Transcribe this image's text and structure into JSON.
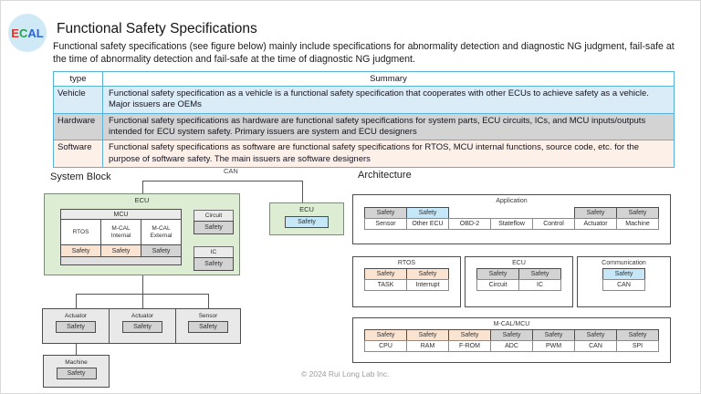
{
  "logo": {
    "e": "E",
    "c": "C",
    "a": "A",
    "l": "L"
  },
  "header": {
    "title": "Functional Safety Specifications",
    "description": "Functional safety specifications (see figure below) mainly include specifications for abnormality detection and diagnostic NG judgment, fail-safe at the time of abnormality detection and fail-safe at the time of diagnostic NG judgment."
  },
  "spec_table": {
    "col_type": "type",
    "col_summary": "Summary",
    "rows": [
      {
        "type": "Vehicle",
        "summary": "Functional safety specification as a vehicle is a functional safety specification that cooperates with other ECUs to achieve safety as a vehicle. Major issuers are OEMs"
      },
      {
        "type": "Hardware",
        "summary": "Functional safety specifications as hardware are functional safety specifications for system parts, ECU circuits, ICs, and MCU inputs/outputs intended for ECU system safety. Primary issuers are system and ECU designers"
      },
      {
        "type": "Software",
        "summary": "Functional safety specifications as software are functional safety specifications for RTOS, MCU internal functions, source code, etc. for the purpose of software safety. The main issuers are software designers"
      }
    ]
  },
  "labels": {
    "safety": "Safety"
  },
  "system_block": {
    "title": "System Block",
    "can": "CAN",
    "ecu": "ECU",
    "mcu": "MCU",
    "rtos": "RTOS",
    "mcal_internal": "M-CAL Internal",
    "mcal_external": "M-CAL External",
    "circuit": "Circuit",
    "ic": "IC",
    "actuator1": "Actuator",
    "actuator2": "Actuator",
    "sensor": "Sensor",
    "machine": "Machine",
    "remote_ecu": "ECU"
  },
  "architecture": {
    "title": "Architecture",
    "application": {
      "label": "Application",
      "columns": [
        {
          "label": "Sensor",
          "safety": "gray"
        },
        {
          "label": "Other ECU",
          "safety": "blue"
        },
        {
          "label": "OBD-2",
          "safety": "none"
        },
        {
          "label": "Stateflow",
          "safety": "none"
        },
        {
          "label": "Control",
          "safety": "none"
        },
        {
          "label": "Actuator",
          "safety": "gray"
        },
        {
          "label": "Machine",
          "safety": "gray"
        }
      ]
    },
    "rtos": {
      "label": "RTOS",
      "columns": [
        {
          "label": "TASK",
          "safety": "peach"
        },
        {
          "label": "Interrupt",
          "safety": "peach"
        }
      ]
    },
    "ecu": {
      "label": "ECU",
      "columns": [
        {
          "label": "Circuit",
          "safety": "gray"
        },
        {
          "label": "IC",
          "safety": "gray"
        }
      ]
    },
    "communication": {
      "label": "Communication",
      "columns": [
        {
          "label": "CAN",
          "safety": "blue"
        }
      ]
    },
    "mcal": {
      "label": "M-CAL/MCU",
      "columns": [
        {
          "label": "CPU",
          "safety": "peach"
        },
        {
          "label": "RAM",
          "safety": "peach"
        },
        {
          "label": "F-ROM",
          "safety": "peach"
        },
        {
          "label": "ADC",
          "safety": "gray"
        },
        {
          "label": "PWM",
          "safety": "gray"
        },
        {
          "label": "CAN",
          "safety": "gray"
        },
        {
          "label": "SPI",
          "safety": "gray"
        }
      ]
    }
  },
  "footer": {
    "copyright": "© 2024 Rui Long Lab Inc."
  },
  "colors": {
    "table_border": "#58b1d6",
    "row_vehicle_bg": "#daecf7",
    "row_hardware_bg": "#d3d3d3",
    "row_software_bg": "#fdf0e9",
    "chip_peach": "#fbe3d2",
    "chip_gray": "#d3d3d3",
    "chip_blue": "#c5e7f8",
    "ecu_green": "#dcedd3",
    "logo_bg": "#cfe9f6"
  }
}
